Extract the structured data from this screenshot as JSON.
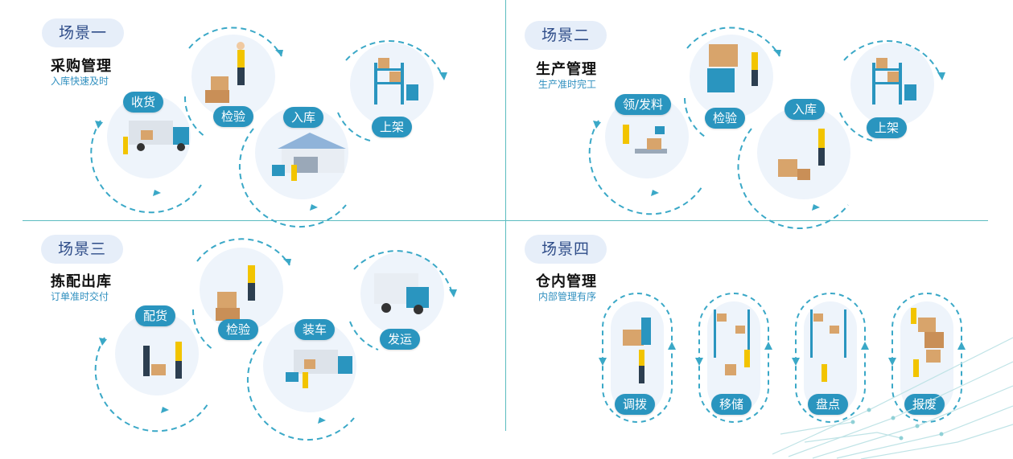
{
  "scenarios": [
    {
      "label": "场景一",
      "title": "采购管理",
      "subtitle": "入库快速及时",
      "steps": [
        "收货",
        "检验",
        "入库",
        "上架"
      ]
    },
    {
      "label": "场景二",
      "title": "生产管理",
      "subtitle": "生产准时完工",
      "steps": [
        "领/发料",
        "检验",
        "入库",
        "上架"
      ]
    },
    {
      "label": "场景三",
      "title": "拣配出库",
      "subtitle": "订单准时交付",
      "steps": [
        "配货",
        "检验",
        "装车",
        "发运"
      ]
    },
    {
      "label": "场景四",
      "title": "仓内管理",
      "subtitle": "内部管理有序",
      "steps": [
        "调拨",
        "移储",
        "盘点",
        "报废"
      ]
    }
  ],
  "colors": {
    "accent": "#2a95bf",
    "dash": "#3aa8c7",
    "pill_bg": "#e6eef9",
    "pill_text": "#2f4d89",
    "divider": "#5bbcc0"
  }
}
